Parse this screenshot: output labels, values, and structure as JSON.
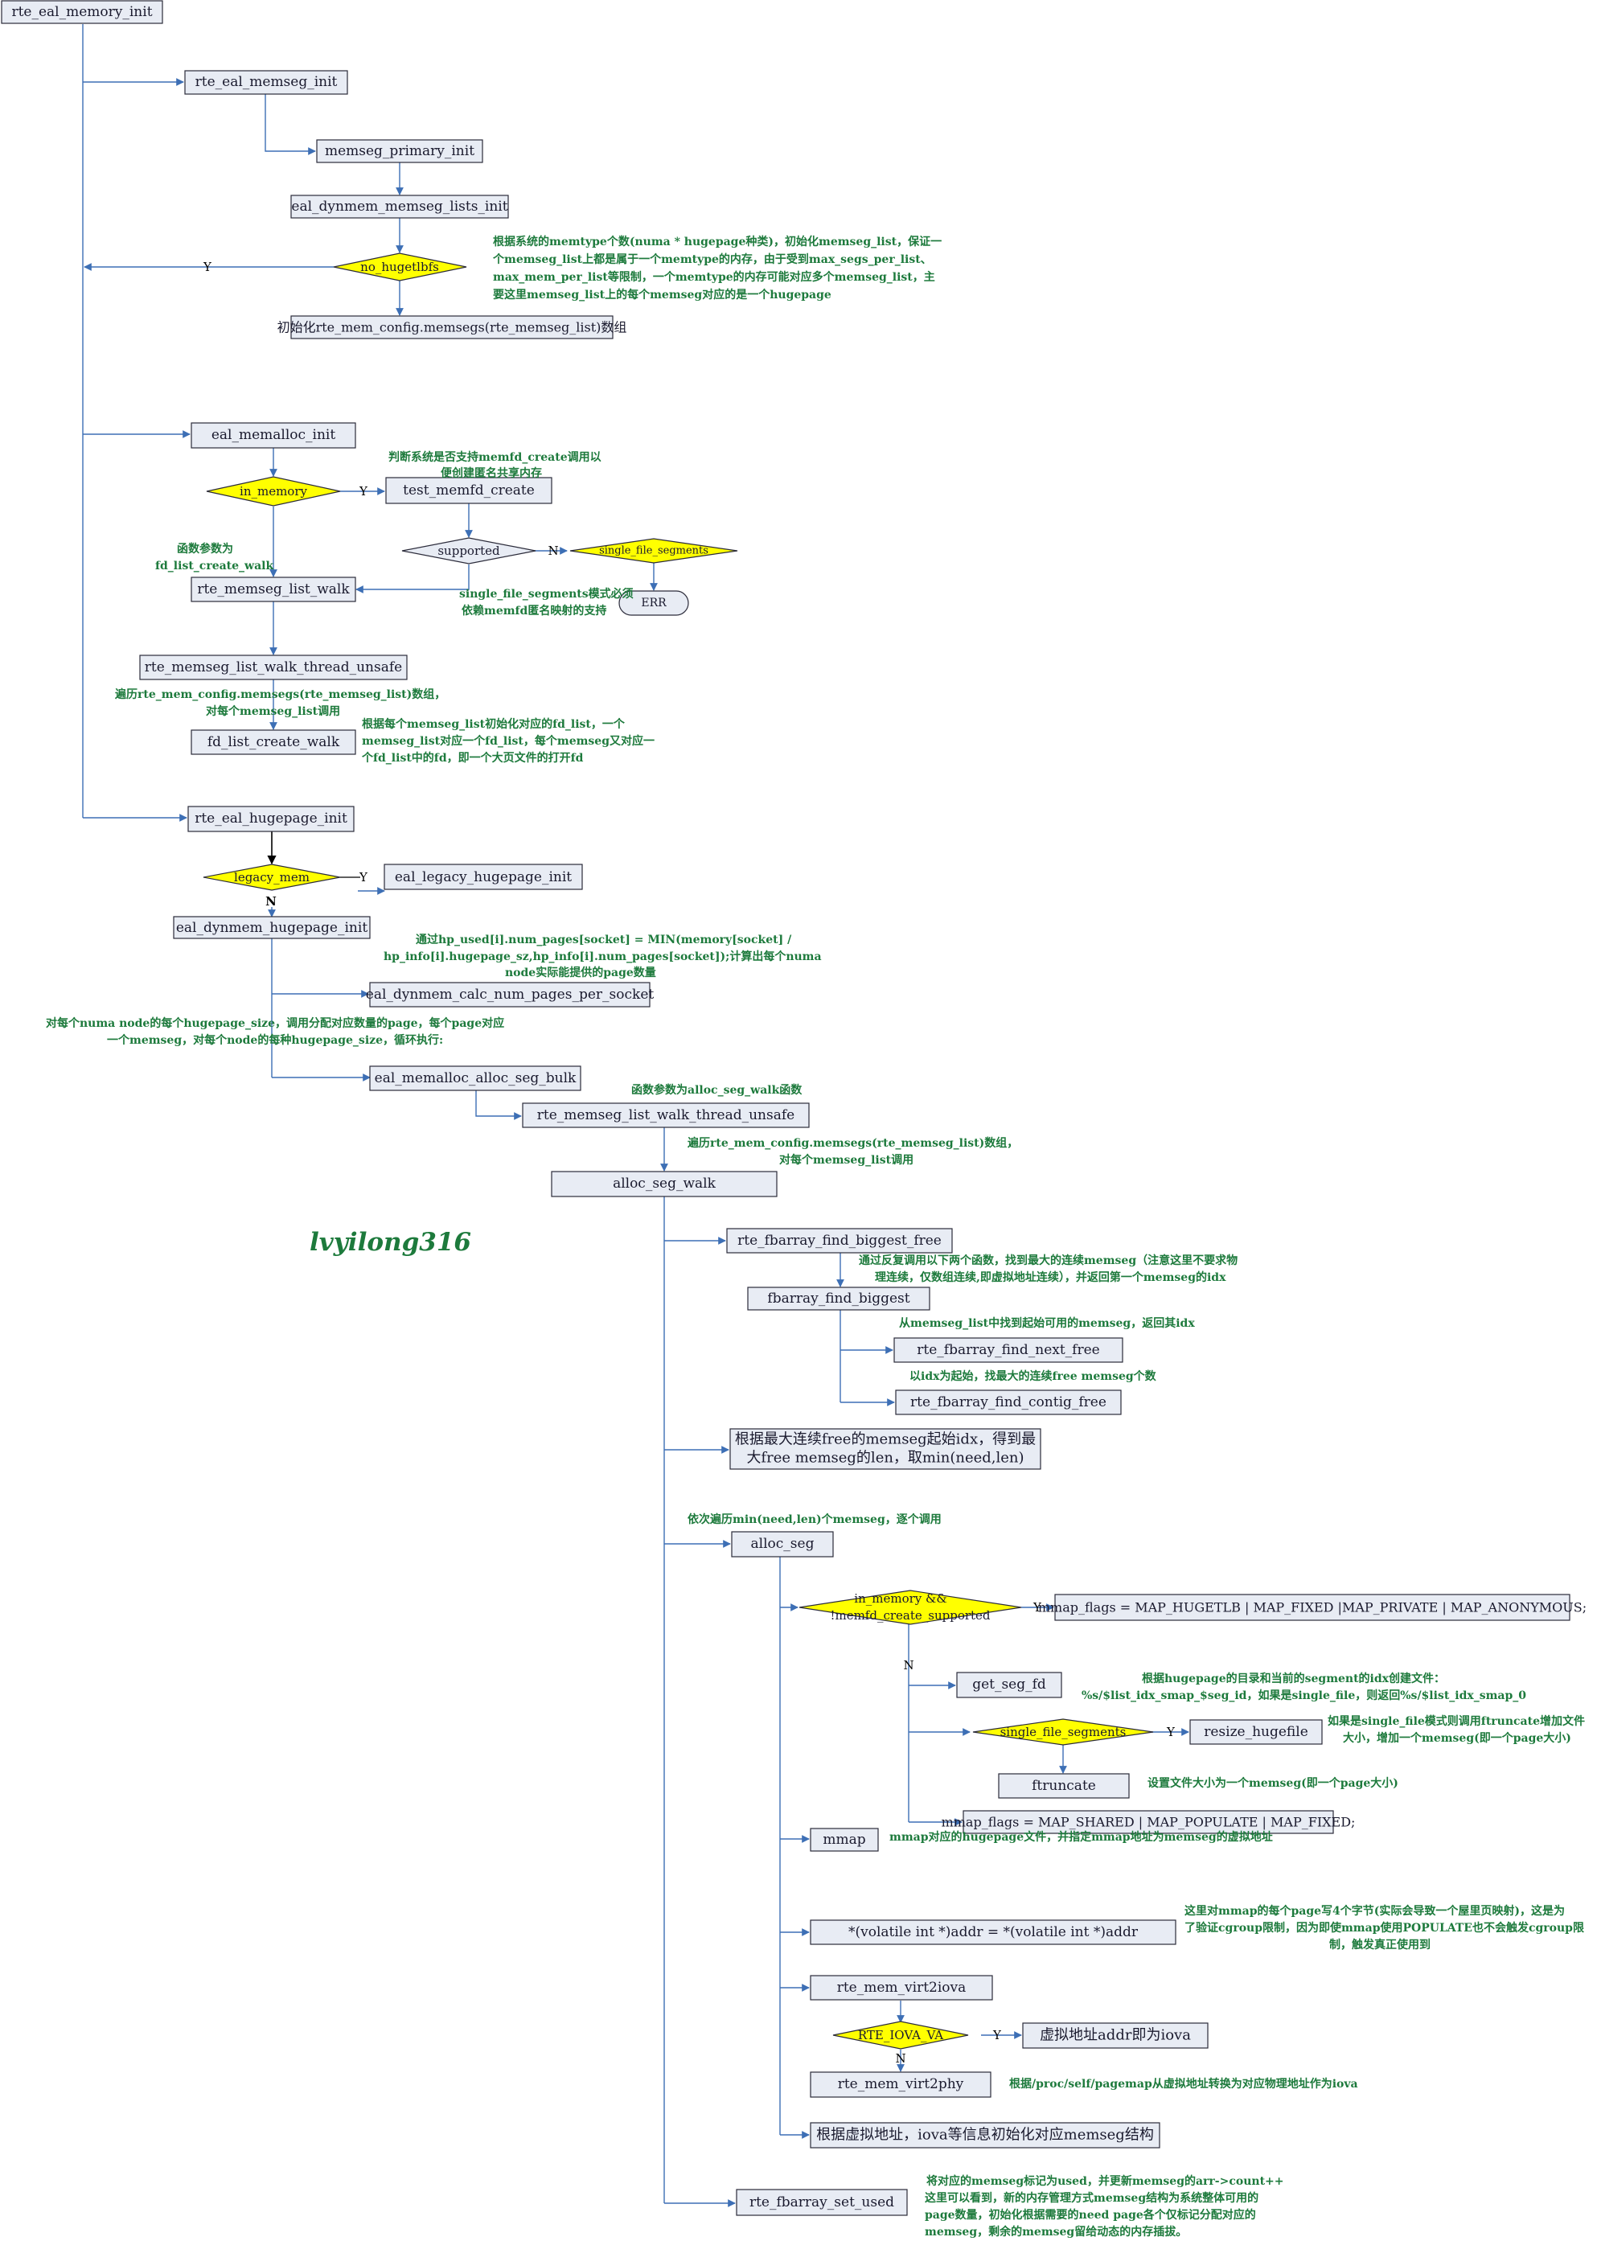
{
  "colors": {
    "box_fill": "#e8ecf4",
    "box_stroke": "#2b2b3a",
    "line": "#3d6fb5",
    "diamond_fill": "#ffff00",
    "note_green": "#1d7a3c"
  },
  "boxes": {
    "rte_eal_memory_init": "rte_eal_memory_init",
    "rte_eal_memseg_init": "rte_eal_memseg_init",
    "memseg_primary_init": "memseg_primary_init",
    "eal_dynmem_memseg_lists_init": "eal_dynmem_memseg_lists_init",
    "init_memsegs": "初始化rte_mem_config.memsegs(rte_memseg_list)数组",
    "eal_memalloc_init": "eal_memalloc_init",
    "test_memfd_create": "test_memfd_create",
    "rte_memseg_list_walk": "rte_memseg_list_walk",
    "err": "ERR",
    "rte_memseg_list_walk_thread_unsafe": "rte_memseg_list_walk_thread_unsafe",
    "fd_list_create_walk": "fd_list_create_walk",
    "rte_eal_hugepage_init": "rte_eal_hugepage_init",
    "eal_legacy_hugepage_init": "eal_legacy_hugepage_init",
    "eal_dynmem_hugepage_init": "eal_dynmem_hugepage_init",
    "eal_dynmem_calc_num_pages_per_socket": "eal_dynmem_calc_num_pages_per_socket",
    "eal_memalloc_alloc_seg_bulk": "eal_memalloc_alloc_seg_bulk",
    "rte_memseg_list_walk_thread_unsafe_2": "rte_memseg_list_walk_thread_unsafe",
    "alloc_seg_walk": "alloc_seg_walk",
    "rte_fbarray_find_biggest_free": "rte_fbarray_find_biggest_free",
    "fbarray_find_biggest": "fbarray_find_biggest",
    "rte_fbarray_find_next_free": "rte_fbarray_find_next_free",
    "rte_fbarray_find_contig_free": "rte_fbarray_find_contig_free",
    "max_contig_line1": "根据最大连续free的memseg起始idx，得到最",
    "max_contig_line2": "大free memseg的len，取min(need,len)",
    "alloc_seg": "alloc_seg",
    "mmap_flags_1": "mmap_flags = MAP_HUGETLB | MAP_FIXED |MAP_PRIVATE | MAP_ANONYMOUS;",
    "get_seg_fd": "get_seg_fd",
    "resize_hugefile": "resize_hugefile",
    "ftruncate": "ftruncate",
    "mmap_flags_2": "mmap_flags = MAP_SHARED | MAP_POPULATE | MAP_FIXED;",
    "mmap": "mmap",
    "volatile_addr": "*(volatile int *)addr = *(volatile int *)addr",
    "rte_mem_virt2iova": "rte_mem_virt2iova",
    "virt_addr_iova": "虚拟地址addr即为iova",
    "rte_mem_virt2phy": "rte_mem_virt2phy",
    "init_memseg_struct": "根据虚拟地址，iova等信息初始化对应memseg结构",
    "rte_fbarray_set_used": "rte_fbarray_set_used"
  },
  "conditions": {
    "no_hugetlbfs": "no_hugetlbfs",
    "in_memory": "in_memory",
    "supported": "supported",
    "single_file_segments": "single_file_segments",
    "legacy_mem": "legacy_mem",
    "in_memory_memfd_line1": "in_memory &&",
    "in_memory_memfd_line2": "!memfd_create_supported",
    "single_file_segments_2": "single_file_segments",
    "rte_iova_va": "RTE_IOVA_VA"
  },
  "branch_labels": {
    "yes": "Y",
    "no": "N"
  },
  "notes": {
    "memtype_1": "根据系统的memtype个数(numa * hugepage种类)，初始化memseg_list，保证一",
    "memtype_2": "个memseg_list上都是属于一个memtype的内存，由于受到max_segs_per_list、",
    "memtype_3": "max_mem_per_list等限制，一个memtype的内存可能对应多个memseg_list，主",
    "memtype_4": "要这里memseg_list上的每个memseg对应的是一个hugepage",
    "memfd_check_1": "判断系统是否支持memfd_create调用以",
    "memfd_check_2": "便创建匿名共享内存",
    "func_param_1": "函数参数为",
    "func_param_2": "fd_list_create_walk",
    "single_file_1": "single_file_segments模式必须",
    "single_file_2": "依赖memfd匿名映射的支持",
    "traverse_1": "遍历rte_mem_config.memsegs(rte_memseg_list)数组，",
    "traverse_2": "对每个memseg_list调用",
    "fd_list_1": "根据每个memseg_list初始化对应的fd_list，一个",
    "fd_list_2": "memseg_list对应一个fd_list，每个memseg又对应一",
    "fd_list_3": "个fd_list中的fd，即一个大页文件的打开fd",
    "hp_used_1": "通过hp_used[i].num_pages[socket] = MIN(memory[socket] /",
    "hp_used_2": "hp_info[i].hugepage_sz,hp_info[i].num_pages[socket]);计算出每个numa",
    "hp_used_3": "node实际能提供的page数量",
    "per_numa_1": "对每个numa node的每个hugepage_size，调用分配对应数量的page，每个page对应",
    "per_numa_2": "一个memseg，对每个node的每种hugepage_size，循环执行:",
    "alloc_param": "函数参数为alloc_seg_walk函数",
    "traverse_b_1": "遍历rte_mem_config.memsegs(rte_memseg_list)数组，",
    "traverse_b_2": "对每个memseg_list调用",
    "author": "lvyilong316",
    "biggest_1": "通过反复调用以下两个函数，找到最大的连续memseg（注意这里不要求物",
    "biggest_2": "理连续，仅数组连续,即虚拟地址连续），并返回第一个memseg的idx",
    "next_free": "从memseg_list中找到起始可用的memseg，返回其idx",
    "contig_free": "以idx为起始，找最大的连续free memseg个数",
    "iterate": "依次遍历min(need,len)个memseg，逐个调用",
    "seg_fd_1": "根据hugepage的目录和当前的segment的idx创建文件：",
    "seg_fd_2": "%s/$list_idx_smap_$seg_id，如果是single_file，则返回%s/$list_idx_smap_0",
    "resize_1": "如果是single_file模式则调用ftruncate增加文件",
    "resize_2": "大小，增加一个memseg(即一个page大小)",
    "ftruncate_note": "设置文件大小为一个memseg(即一个page大小)",
    "mmap_note": "mmap对应的hugepage文件，并指定mmap地址为memseg的虚拟地址",
    "touch_1": "这里对mmap的每个page写4个字节(实际会导致一个屋里页映射)，这是为",
    "touch_2": "了验证cgroup限制，因为即使mmap使用POPULATE也不会触发cgroup限",
    "touch_3": "制，触发真正使用到",
    "pagemap": "根据/proc/self/pagemap从虚拟地址转换为对应物理地址作为iova",
    "set_used_1": "将对应的memseg标记为used，并更新memseg的arr->count++",
    "set_used_2": "这里可以看到，新的内存管理方式memseg结构为系统整体可用的",
    "set_used_3": "page数量，初始化根据需要的need page各个仅标记分配对应的",
    "set_used_4": "memseg，剩余的memseg留给动态的内存插拔。"
  }
}
